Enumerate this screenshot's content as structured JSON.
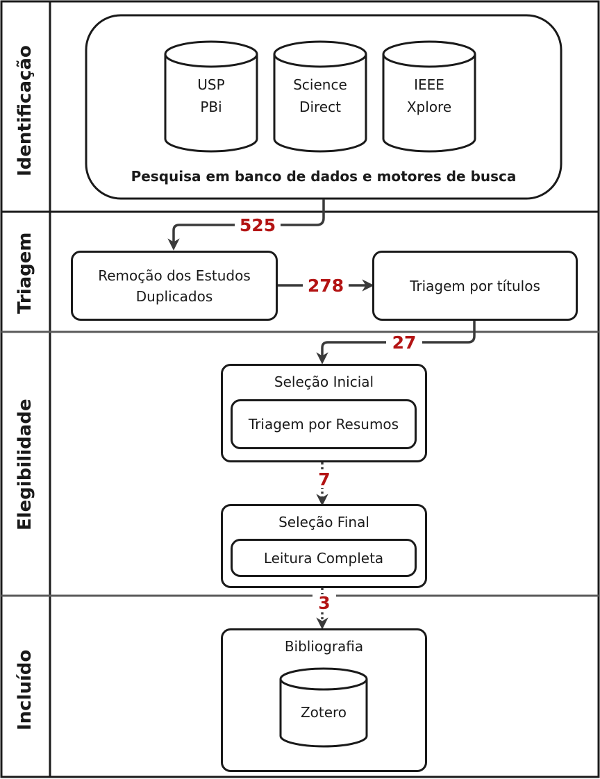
{
  "sections": {
    "identificacao": "Identificação",
    "triagem": "Triagem",
    "elegibilidade": "Elegibilidade",
    "incluido": "Incluído"
  },
  "identificacao": {
    "databases": [
      {
        "label": "USP\nPBi"
      },
      {
        "label": "Science\nDirect"
      },
      {
        "label": "IEEE\nXplore"
      }
    ],
    "caption": "Pesquisa em banco de dados e motores de busca"
  },
  "triagem": {
    "remocao": "Remoção dos Estudos Duplicados",
    "titulos": "Triagem por títulos"
  },
  "elegibilidade": {
    "selecao_inicial": "Seleção Inicial",
    "resumos": "Triagem por Resumos",
    "selecao_final": "Seleção Final",
    "leitura": "Leitura Completa"
  },
  "incluido": {
    "bibliografia": "Bibliografia",
    "zotero": "Zotero"
  },
  "counts": {
    "identified": "525",
    "after_duplicates": "278",
    "after_titles": "27",
    "after_abstracts": "7",
    "included": "3"
  },
  "colors": {
    "count": "#b31313",
    "line": "#1a1a1a",
    "arrow": "#3a3a3a"
  }
}
